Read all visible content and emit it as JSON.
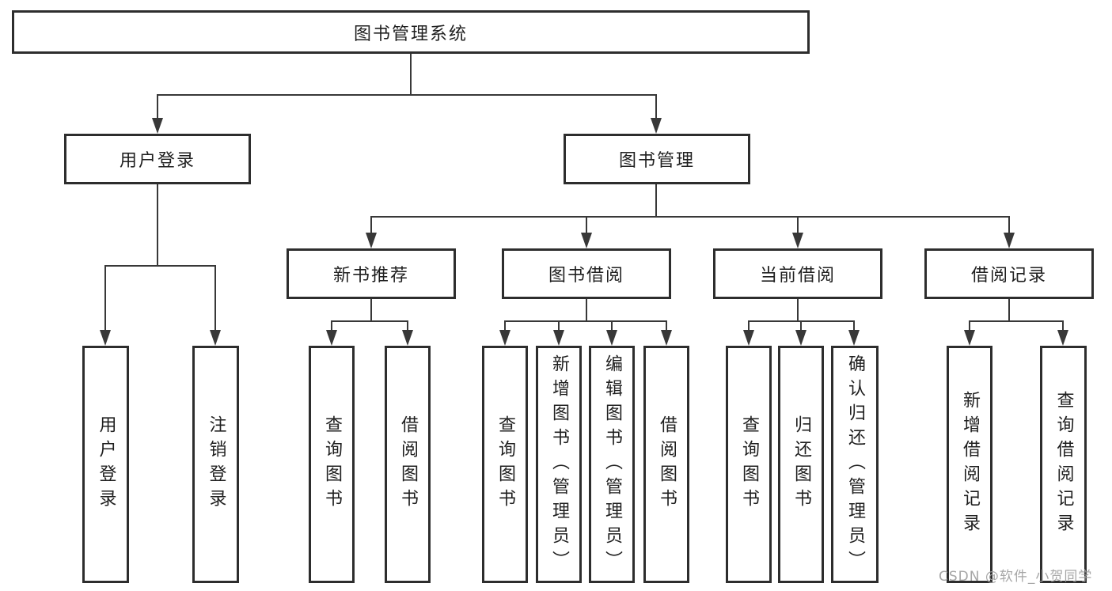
{
  "diagram": {
    "root": {
      "label": "图书管理系统"
    },
    "level2": [
      {
        "label": "用户登录",
        "children": [
          {
            "label": "用户登录"
          },
          {
            "label": "注销登录"
          }
        ]
      },
      {
        "label": "图书管理",
        "children": [
          {
            "label": "新书推荐",
            "children": [
              {
                "label": "查询图书"
              },
              {
                "label": "借阅图书"
              }
            ]
          },
          {
            "label": "图书借阅",
            "children": [
              {
                "label": "查询图书"
              },
              {
                "label": "新增图书（管理员）"
              },
              {
                "label": "编辑图书（管理员）"
              },
              {
                "label": "借阅图书"
              }
            ]
          },
          {
            "label": "当前借阅",
            "children": [
              {
                "label": "查询图书"
              },
              {
                "label": "归还图书"
              },
              {
                "label": "确认归还（管理员）"
              }
            ]
          },
          {
            "label": "借阅记录",
            "children": [
              {
                "label": "新增借阅记录"
              },
              {
                "label": "查询借阅记录"
              }
            ]
          }
        ]
      }
    ]
  },
  "watermark": {
    "text": "CSDN @软件_小贺同学"
  },
  "colors": {
    "line": "#383838",
    "box_border": "#2d2d2d",
    "text": "#1f1f1f",
    "background": "#ffffff",
    "watermark": "#9e9e9e"
  }
}
